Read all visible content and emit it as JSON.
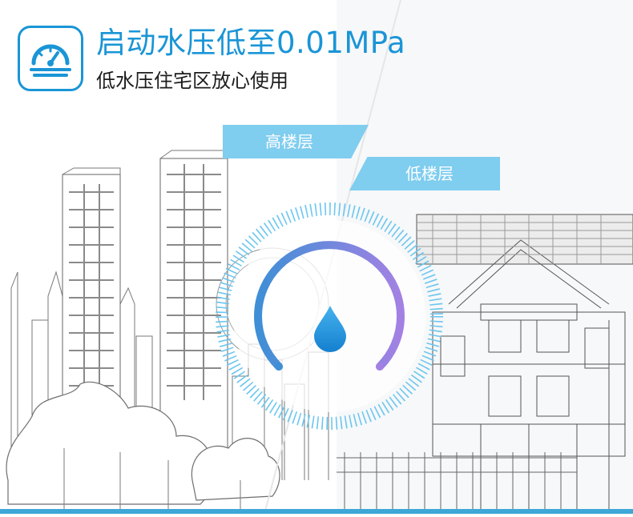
{
  "header": {
    "icon": "pressure-gauge-icon",
    "title": "启动水压低至0.01MPa",
    "subtitle": "低水压住宅区放心使用"
  },
  "labels": {
    "high_floor": "高楼层",
    "low_floor": "低楼层"
  },
  "gauge": {
    "icon": "water-drop-icon"
  },
  "colors": {
    "accent": "#1a95d6",
    "banner": "#7fcdef",
    "gauge_start": "#3f8fd6",
    "gauge_end": "#a381e3"
  }
}
